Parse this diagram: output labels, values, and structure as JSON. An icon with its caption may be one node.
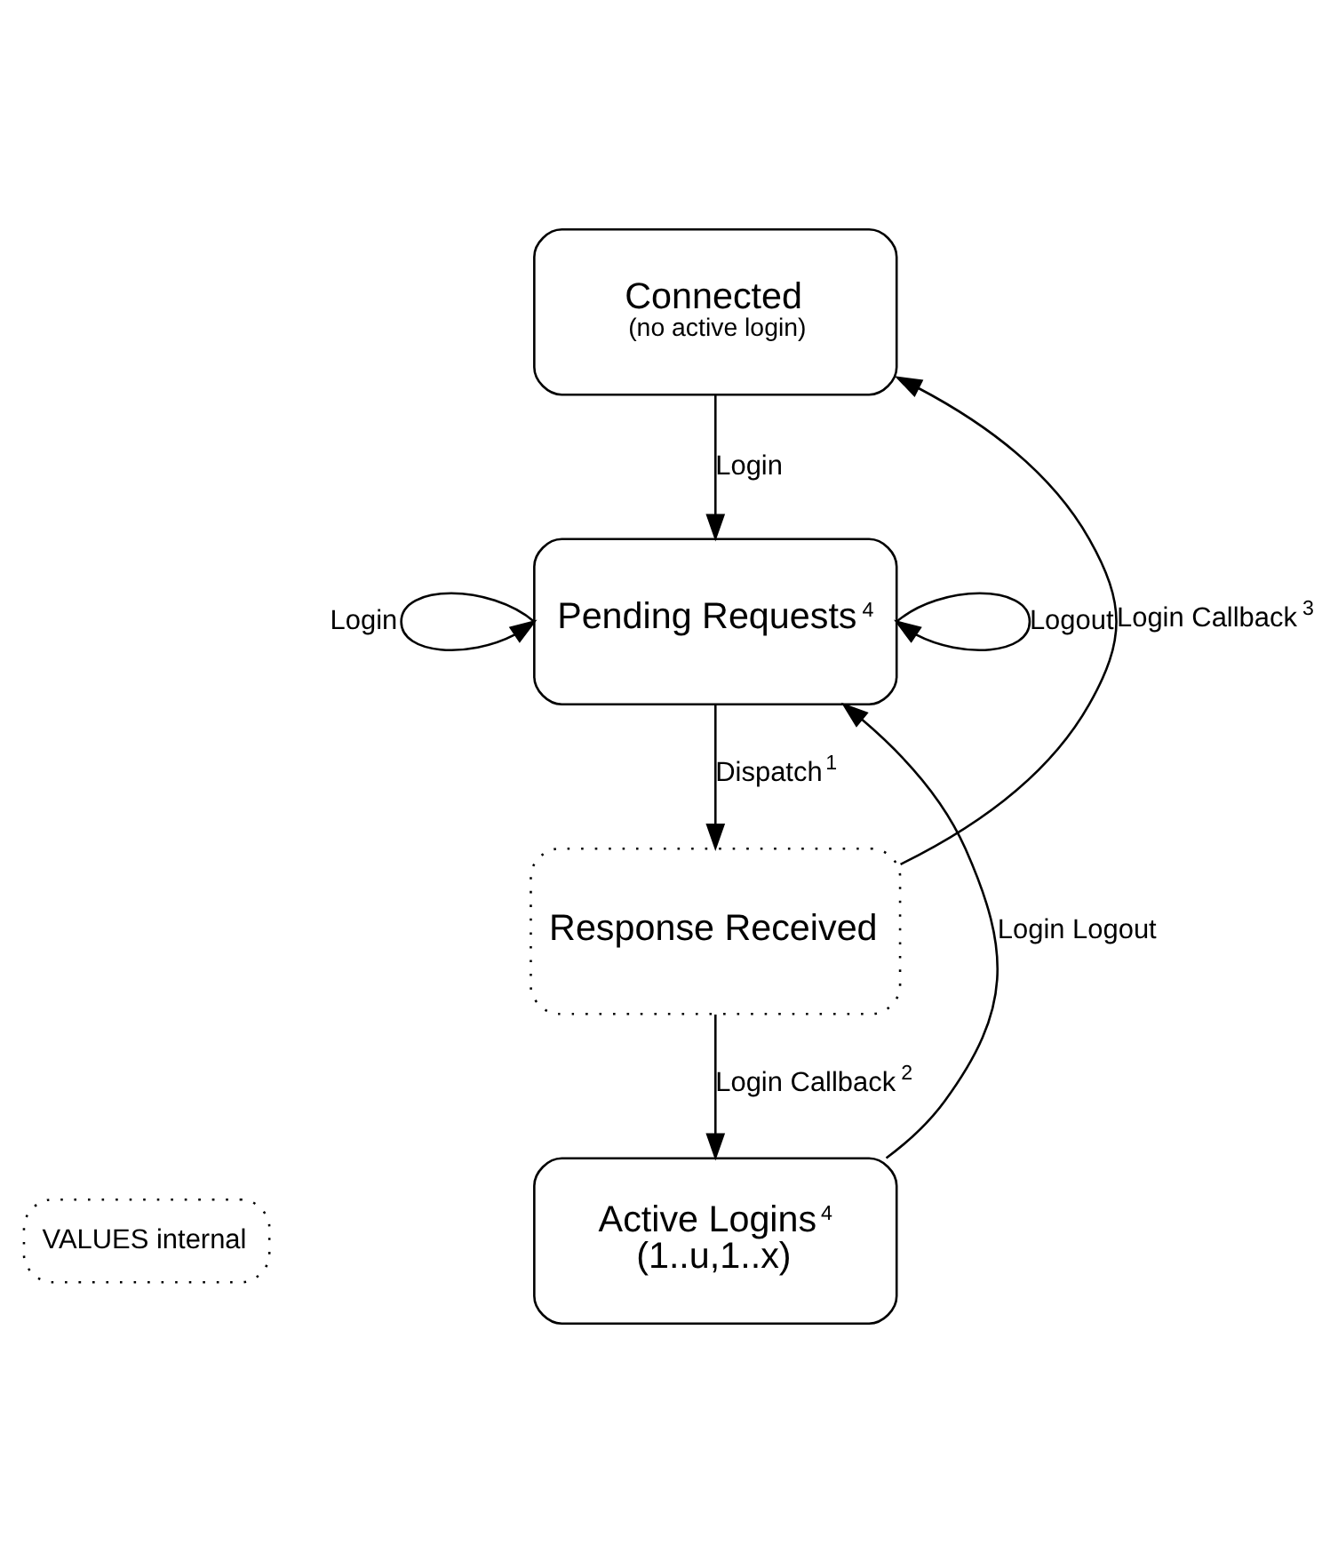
{
  "diagram": {
    "nodes": [
      {
        "text": [
          "Connected",
          "(no active login)"
        ]
      },
      {
        "text": [
          "Pending Requests$^{4}$"
        ]
      },
      {
        "text": [
          "Response Received"
        ]
      },
      {
        "text": [
          "Active Logins$^{4}$",
          "(1..u,1..x)"
        ]
      }
    ],
    "edges": [
      {
        "from": 0,
        "to": 1,
        "arrow": "to",
        "label": "Login"
      },
      {
        "from": 1,
        "to": 1,
        "arrow": "to",
        "label": "Login"
      },
      {
        "from": 1,
        "to": 1,
        "arrow": "to",
        "label": "Logout"
      },
      {
        "from": 1,
        "to": 2,
        "arrow": "to",
        "label": "Dispatch$^{1}$"
      },
      {
        "from": 2,
        "to": 0,
        "arrow": "to",
        "label": "Login Callback$^{3}$"
      },
      {
        "from": 2,
        "to": 3,
        "arrow": "to",
        "label": "Login Callback$^{2}$"
      },
      {
        "from": 3,
        "to": 1,
        "arrow": "to",
        "label": "Login Logout"
      }
    ],
    "legend": [
      {
        "text": "VALUES internal"
      }
    ]
  }
}
